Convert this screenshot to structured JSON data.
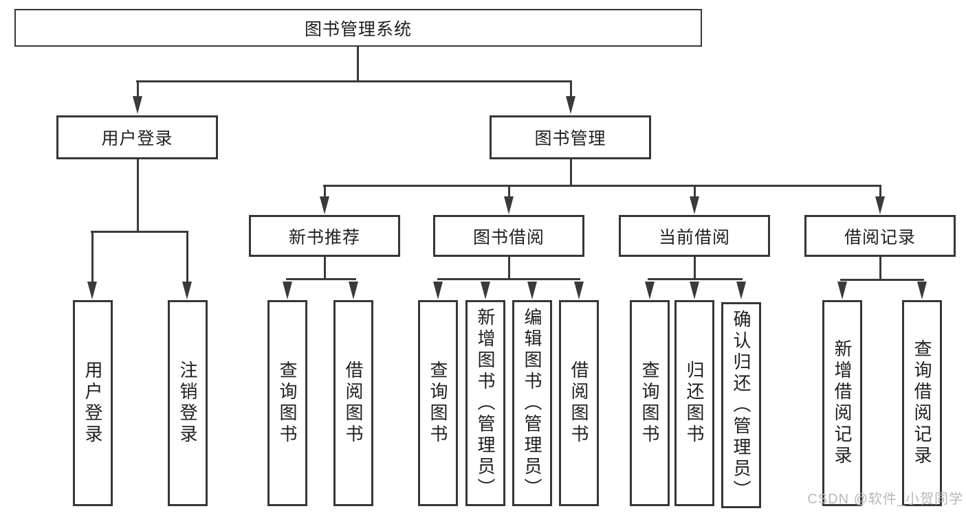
{
  "nodes": {
    "root": "图书管理系统",
    "user_login": "用户登录",
    "book_management": "图书管理",
    "new_book_recommend": "新书推荐",
    "book_borrowing": "图书借阅",
    "current_borrowing": "当前借阅",
    "borrowing_records": "借阅记录",
    "leaf_user_login": "用户登录",
    "leaf_logout": "注销登录",
    "leaf_recommend_query_books": "查询图书",
    "leaf_recommend_borrow_books": "借阅图书",
    "leaf_borrow_query_books": "查询图书",
    "leaf_borrow_add_books_admin": "新增图书（管理员）",
    "leaf_borrow_edit_books_admin": "编辑图书（管理员）",
    "leaf_borrow_borrow_books": "借阅图书",
    "leaf_current_query_books": "查询图书",
    "leaf_current_return_books": "归还图书",
    "leaf_current_confirm_return_admin": "确认归还（管理员）",
    "leaf_records_add_record": "新增借阅记录",
    "leaf_records_query_record": "查询借阅记录"
  },
  "watermark": "CSDN @软件_小贺同学",
  "colors": {
    "line": "#3a3a3a",
    "border": "#363636",
    "text": "#1f1f1f",
    "watermark": "#b8b8b8",
    "background": "#ffffff"
  }
}
